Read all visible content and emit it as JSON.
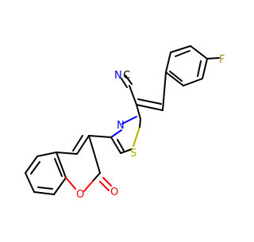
{
  "molecule": {
    "atom_labels": {
      "fluorine": "F",
      "nitrile_nitrogen": "N",
      "thiazole_nitrogen": "N",
      "thiazole_sulfur": "S",
      "ring_oxygen": "O",
      "carbonyl_oxygen": "O",
      "nitrile_carbon": "C"
    },
    "colors": {
      "carbon_bond": "#000000",
      "nitrogen": "#0000ff",
      "oxygen": "#ff0000",
      "sulfur": "#b2b200",
      "fluorine": "#b5861c"
    }
  }
}
